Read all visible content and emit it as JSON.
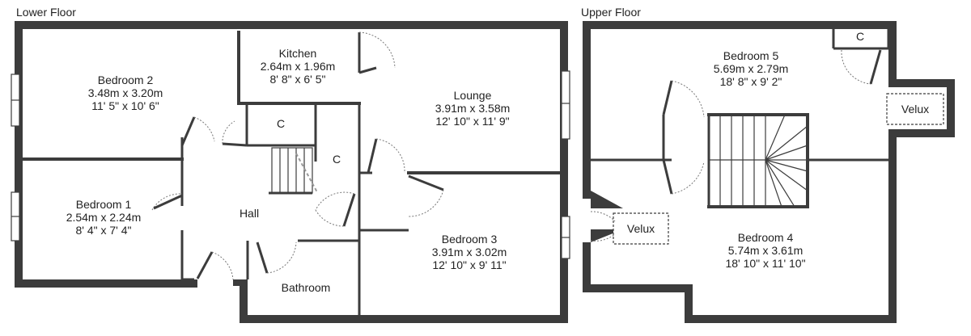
{
  "floors": {
    "lower": {
      "title": "Lower Floor",
      "rooms": {
        "kitchen": {
          "name": "Kitchen",
          "metric": "2.64m x 1.96m",
          "imperial": "8' 8\" x 6' 5\""
        },
        "bedroom2": {
          "name": "Bedroom 2",
          "metric": "3.48m x 3.20m",
          "imperial": "11' 5\" x 10' 6\""
        },
        "lounge": {
          "name": "Lounge",
          "metric": "3.91m x 3.58m",
          "imperial": "12' 10\" x 11' 9\""
        },
        "cupboard1": {
          "name": "C"
        },
        "cupboard2": {
          "name": "C"
        },
        "bedroom1": {
          "name": "Bedroom 1",
          "metric": "2.54m x 2.24m",
          "imperial": "8' 4\" x 7' 4\""
        },
        "hall": {
          "name": "Hall"
        },
        "bedroom3": {
          "name": "Bedroom 3",
          "metric": "3.91m x 3.02m",
          "imperial": "12' 10\" x 9' 11\""
        },
        "bathroom": {
          "name": "Bathroom"
        }
      }
    },
    "upper": {
      "title": "Upper Floor",
      "rooms": {
        "cupboard": {
          "name": "C"
        },
        "bedroom5": {
          "name": "Bedroom 5",
          "metric": "5.69m x 2.79m",
          "imperial": "18' 8\" x 9' 2\""
        },
        "velux1": {
          "name": "Velux"
        },
        "velux2": {
          "name": "Velux"
        },
        "bedroom4": {
          "name": "Bedroom 4",
          "metric": "5.74m x 3.61m",
          "imperial": "18' 10\" x 11' 10\""
        }
      }
    }
  },
  "colors": {
    "wall": "#3c3c3c",
    "background": "#ffffff",
    "text": "#222222"
  }
}
